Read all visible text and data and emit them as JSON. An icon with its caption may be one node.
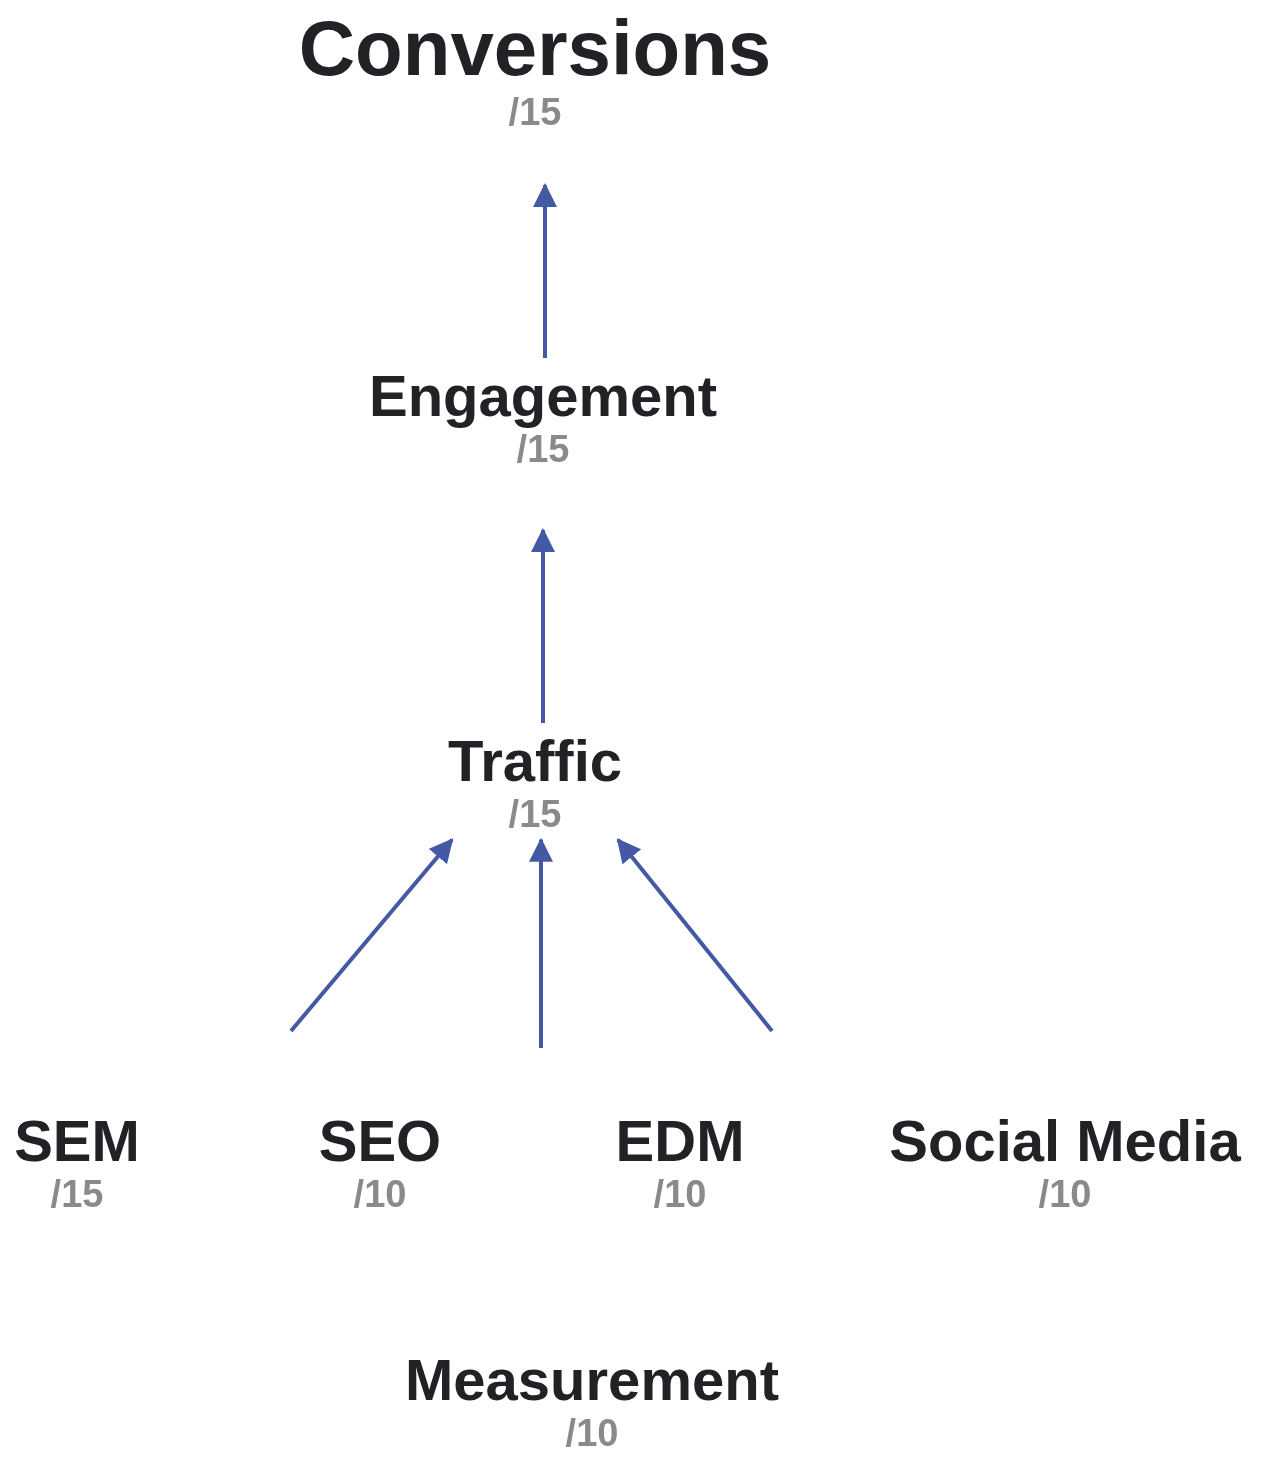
{
  "diagram": {
    "nodes": [
      {
        "text": [
          "Conversions",
          "/15"
        ]
      },
      {
        "text": [
          "Engagement",
          "/15"
        ]
      },
      {
        "text": [
          "Traffic",
          "/15"
        ]
      },
      {
        "text": [
          "SEM",
          "/15"
        ]
      },
      {
        "text": [
          "SEO",
          "/10"
        ]
      },
      {
        "text": [
          "EDM",
          "/10"
        ]
      },
      {
        "text": [
          "Social Media",
          "/10"
        ]
      },
      {
        "text": [
          "Measurement",
          "/10"
        ]
      }
    ],
    "edges": [
      {
        "from": 1,
        "to": 0,
        "arrow": "to"
      },
      {
        "from": 2,
        "to": 1,
        "arrow": "to"
      },
      {
        "from": null,
        "to": 2,
        "arrow": "to"
      },
      {
        "from": null,
        "to": 2,
        "arrow": "to"
      },
      {
        "from": null,
        "to": 2,
        "arrow": "to"
      }
    ]
  }
}
